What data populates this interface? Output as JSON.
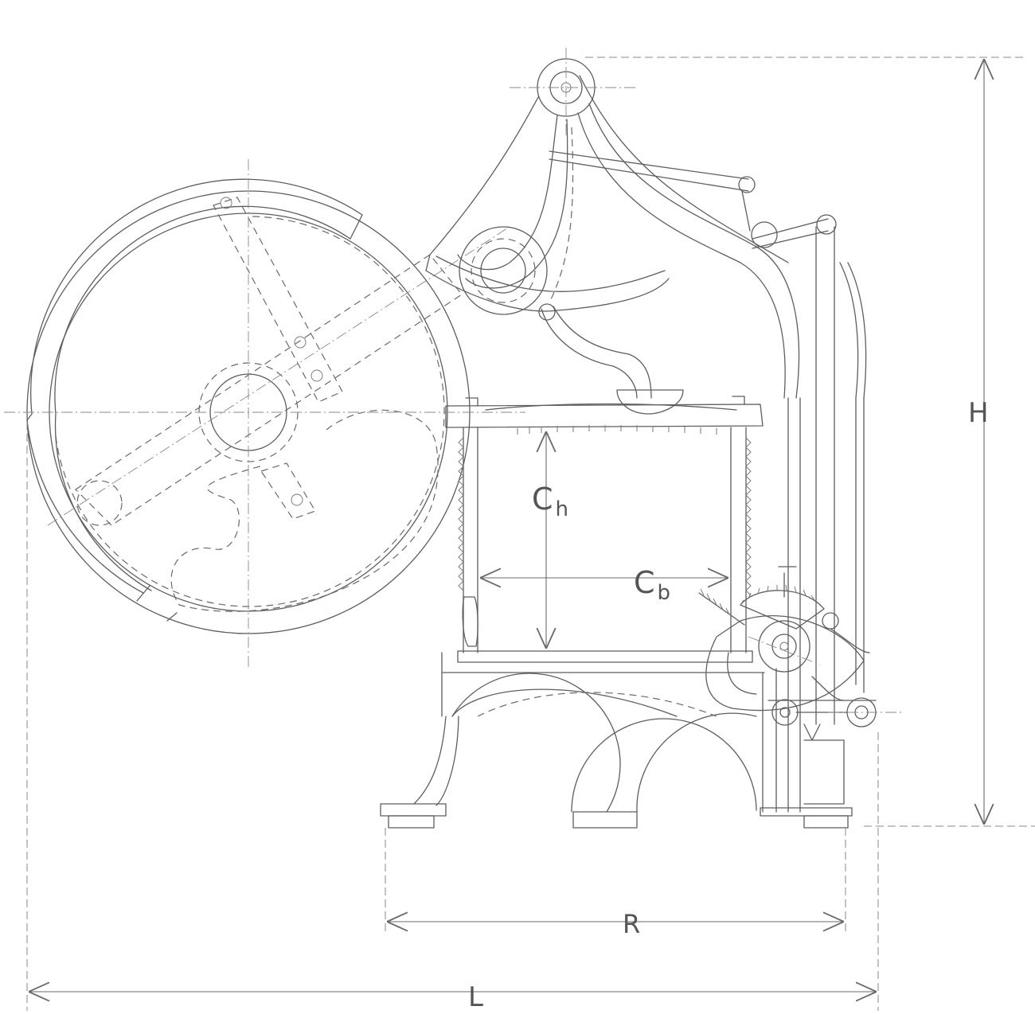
{
  "labels": {
    "ch_main": "C",
    "ch_sub": "h",
    "cb_main": "C",
    "cb_sub": "b",
    "h": "H",
    "r": "R",
    "l": "L"
  }
}
